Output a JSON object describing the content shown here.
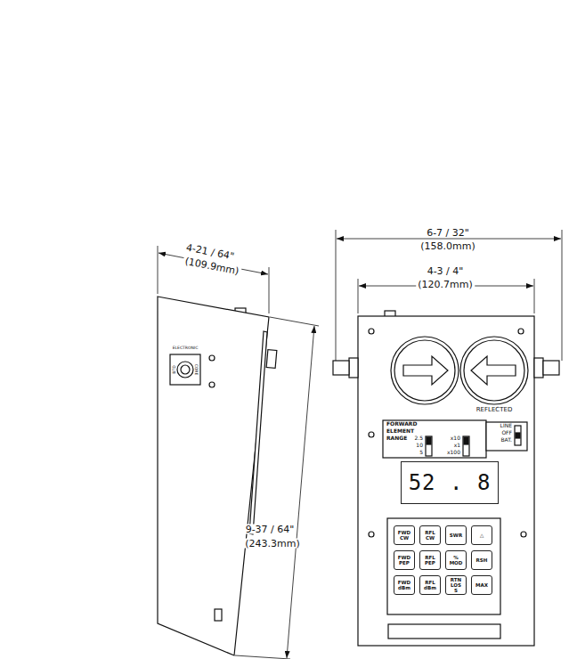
{
  "diagram": {
    "nodes": [
      {
        "text": [
          "52 . 8"
        ]
      },
      {
        "text": [
          "FWD CW"
        ]
      },
      {
        "text": [
          "RFL CW"
        ]
      },
      {
        "text": [
          "SWR"
        ]
      },
      {
        "text": [
          "△"
        ]
      },
      {
        "text": [
          "FWD PEP"
        ]
      },
      {
        "text": [
          "RFL PEP"
        ]
      },
      {
        "text": [
          "% MOD"
        ]
      },
      {
        "text": [
          "RSH"
        ]
      },
      {
        "text": [
          "FWD dBm"
        ]
      },
      {
        "text": [
          "RFL dBm"
        ]
      },
      {
        "text": [
          "RTN LOSS"
        ]
      },
      {
        "text": [
          "MAX"
        ]
      }
    ],
    "labels": [
      "6-7 / 32\"",
      "(158.0mm)",
      "4-3 / 4\"",
      "(120.7mm)",
      "4-21 / 64\"",
      "(109.9mm)",
      "9-37 / 64\"",
      "(243.3mm)",
      "ELECTRONIC",
      "BTD",
      "CORE",
      "FORWARD",
      "ELEMENT",
      "RANGE",
      "2.5",
      "10",
      "5",
      "x10",
      "x1",
      "x100",
      "REFLECTED",
      "LINE",
      "OFF",
      "BAT."
    ]
  }
}
